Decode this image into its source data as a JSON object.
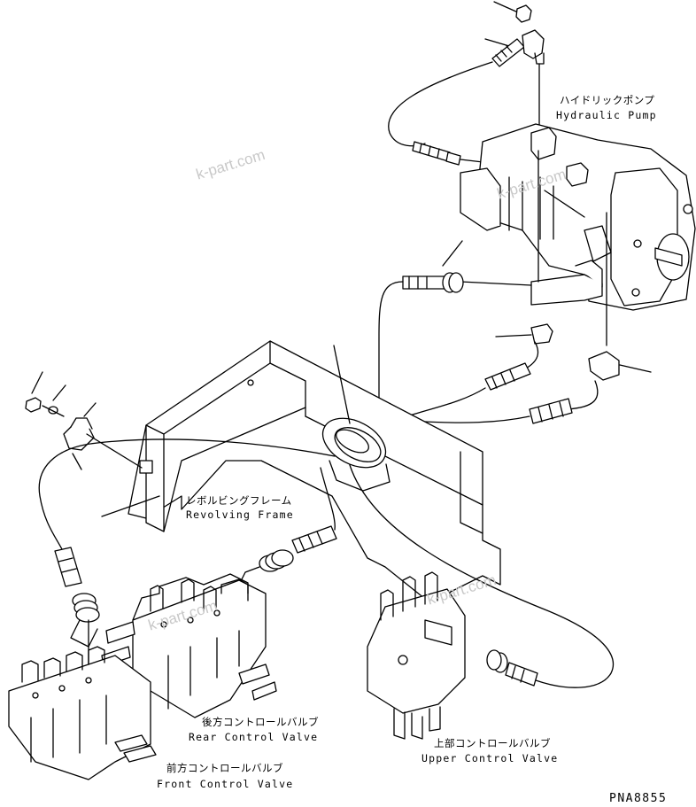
{
  "labels": {
    "hydraulic_pump_jp": "ハイドリックポンプ",
    "hydraulic_pump_en": "Hydraulic Pump",
    "revolving_frame_jp": "レボルビングフレーム",
    "revolving_frame_en": "Revolving Frame",
    "rear_valve_jp": "後方コントロールバルブ",
    "rear_valve_en": "Rear Control Valve",
    "front_valve_jp": "前方コントロールバルブ",
    "front_valve_en": "Front Control Valve",
    "upper_valve_jp": "上部コントロールバルブ",
    "upper_valve_en": "Upper Control Valve"
  },
  "drawing_code": "PNA8855",
  "watermarks": [
    "k-part.com",
    "k-part.com",
    "k-part.com",
    "k-part.com"
  ]
}
